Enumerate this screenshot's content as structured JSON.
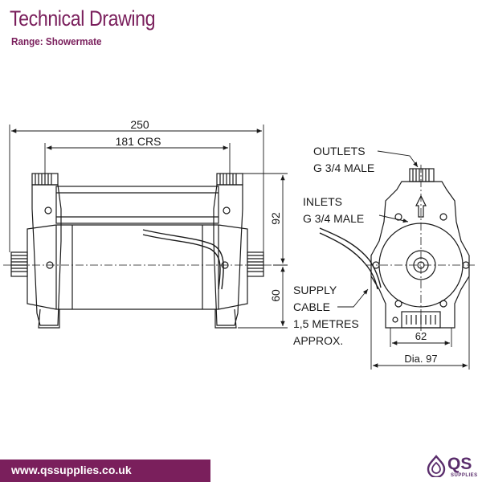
{
  "header": {
    "title": "Technical Drawing",
    "subtitle": "Range: Showermate"
  },
  "dimensions": {
    "overall_length": "250",
    "crs": "181 CRS",
    "height_upper": "92",
    "height_lower": "60",
    "width_62": "62",
    "diameter": "Dia. 97"
  },
  "callouts": {
    "outlets_line1": "OUTLETS",
    "outlets_line2": "G 3/4 MALE",
    "inlets_line1": "INLETS",
    "inlets_line2": "G 3/4 MALE",
    "supply_line1": "SUPPLY",
    "supply_line2": "CABLE",
    "supply_line3": "1,5 METRES",
    "supply_line4": "APPROX."
  },
  "footer": {
    "url": "www.qssupplies.co.uk",
    "logo": "QS",
    "logo_sub": "SUPPLIES"
  },
  "colors": {
    "brand": "#7a1f5c",
    "logo": "#5a2d6c",
    "ink": "#1a1a1a"
  }
}
